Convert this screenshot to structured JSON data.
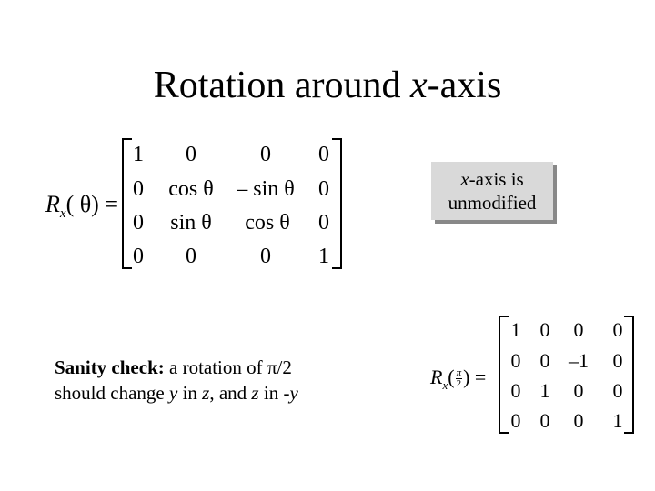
{
  "slide": {
    "title_pre": "Rotation around ",
    "title_var": "x",
    "title_post": "-axis"
  },
  "equation1": {
    "lhs_symbol": "R",
    "lhs_subscript": "x",
    "lhs_argument": "( θ) =",
    "matrix": [
      [
        "1",
        "0",
        "0",
        "0"
      ],
      [
        "0",
        "cos θ",
        "– sin θ",
        "0"
      ],
      [
        "0",
        "sin θ",
        "cos θ",
        "0"
      ],
      [
        "0",
        "0",
        "0",
        "1"
      ]
    ]
  },
  "callout": {
    "line1_var": "x",
    "line1_rest": "-axis is",
    "line2": "unmodified"
  },
  "sanity": {
    "label": "Sanity check:",
    "text1": " a rotation of π/2",
    "text2": "should change ",
    "var_y": "y",
    "text3": " in ",
    "var_z": "z",
    "text4": ", and ",
    "var_z2": "z",
    "text5": " in -",
    "var_y2": "y"
  },
  "equation2": {
    "lhs_symbol": "R",
    "lhs_subscript": "x",
    "frac_num": "π",
    "frac_den": "2",
    "matrix": [
      [
        "1",
        "0",
        "0",
        "0"
      ],
      [
        "0",
        "0",
        "–1",
        "0"
      ],
      [
        "0",
        "1",
        "0",
        "0"
      ],
      [
        "0",
        "0",
        "0",
        "1"
      ]
    ]
  }
}
